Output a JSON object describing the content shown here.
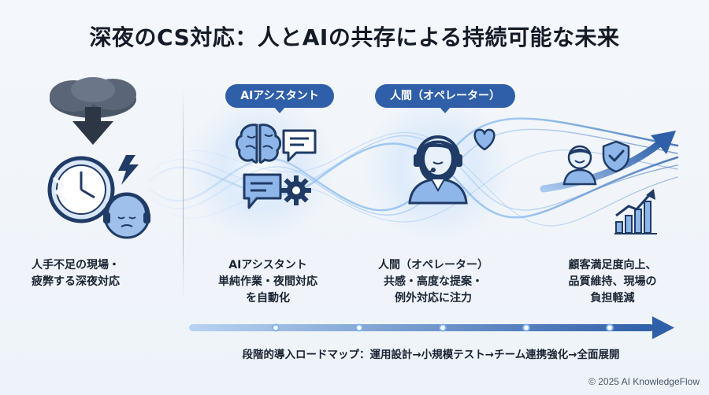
{
  "title": "深夜のCS対応：人とAIの共存による持続可能な未来",
  "labels": {
    "ai_pill": "AIアシスタント",
    "human_pill": "人間（オペレーター）"
  },
  "stages": [
    {
      "lines": [
        "人手不足の現場・",
        "疲弊する深夜対応"
      ]
    },
    {
      "lines": [
        "AIアシスタント",
        "単純作業・夜間対応",
        "を自動化"
      ]
    },
    {
      "lines": [
        "人間（オペレーター）",
        "共感・高度な提案・",
        "例外対応に注力"
      ]
    },
    {
      "lines": [
        "顧客満足度向上、",
        "品質維持、現場の",
        "負担軽減"
      ]
    }
  ],
  "roadmap": {
    "text": "段階的導入ロードマップ：運用設計→小規模テスト→チーム連携強化→全面展開",
    "milestones": 5
  },
  "copyright": "© 2025 AI KnowledgeFlow",
  "colors": {
    "primary": "#2f5fa8",
    "accent_light": "#7fb2ec",
    "icon_fill": "#8fb6e8",
    "icon_stroke": "#1f3b66",
    "background": "#f4f7fb"
  },
  "icons": {
    "storm": "storm-cloud-icon",
    "clock": "broken-clock-icon",
    "lightning": "lightning-icon",
    "tired_operator": "tired-operator-icon",
    "brain": "brain-icon",
    "chat": "chat-bubble-icon",
    "gear": "gear-icon",
    "operator": "operator-headset-icon",
    "heart": "heart-icon",
    "customer": "customer-icon",
    "shield": "shield-check-icon",
    "growth": "growth-chart-icon"
  }
}
